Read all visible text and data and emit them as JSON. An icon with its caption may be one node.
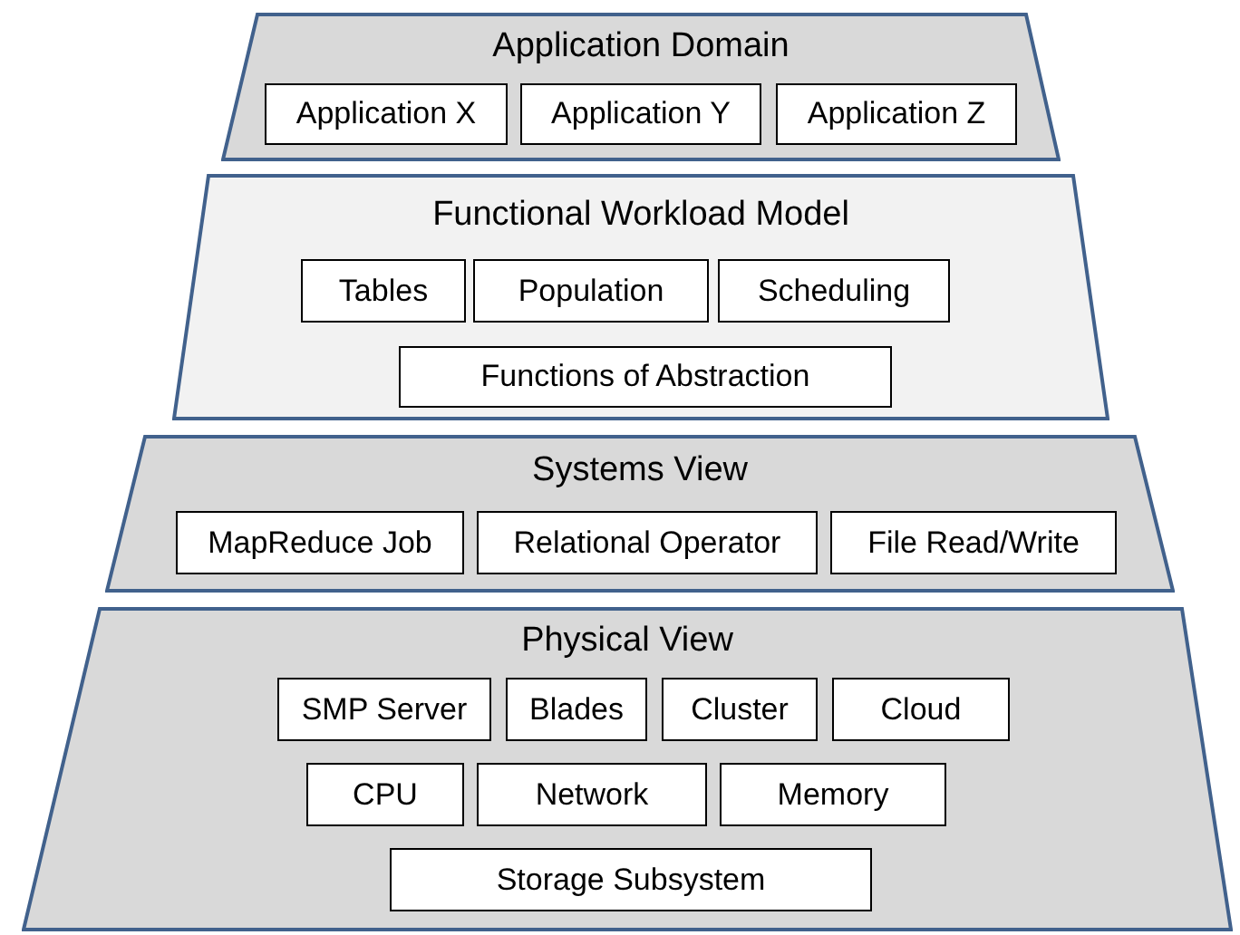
{
  "diagram": {
    "nodes": [
      {
        "text": [
          "Application Domain"
        ]
      },
      {
        "text": [
          "Application X"
        ],
        "in": 0
      },
      {
        "text": [
          "Application Y"
        ],
        "in": 0
      },
      {
        "text": [
          "Application Z"
        ],
        "in": 0
      },
      {
        "text": [
          "Functional Workload Model"
        ]
      },
      {
        "text": [
          "Tables"
        ],
        "in": 4
      },
      {
        "text": [
          "Population"
        ],
        "in": 4
      },
      {
        "text": [
          "Scheduling"
        ],
        "in": 4
      },
      {
        "text": [
          "Functions of Abstraction"
        ],
        "in": 4
      },
      {
        "text": [
          "Systems View"
        ]
      },
      {
        "text": [
          "MapReduce Job"
        ],
        "in": 9
      },
      {
        "text": [
          "Relational Operator"
        ],
        "in": 9
      },
      {
        "text": [
          "File Read/Write"
        ],
        "in": 9
      },
      {
        "text": [
          "Physical View"
        ]
      },
      {
        "text": [
          "SMP Server"
        ],
        "in": 13
      },
      {
        "text": [
          "Blades"
        ],
        "in": 13
      },
      {
        "text": [
          "Cluster"
        ],
        "in": 13
      },
      {
        "text": [
          "Cloud"
        ],
        "in": 13
      },
      {
        "text": [
          "CPU"
        ],
        "in": 13
      },
      {
        "text": [
          "Network"
        ],
        "in": 13
      },
      {
        "text": [
          "Memory"
        ],
        "in": 13
      },
      {
        "text": [
          "Storage Subsystem"
        ],
        "in": 13
      }
    ],
    "edges": []
  }
}
